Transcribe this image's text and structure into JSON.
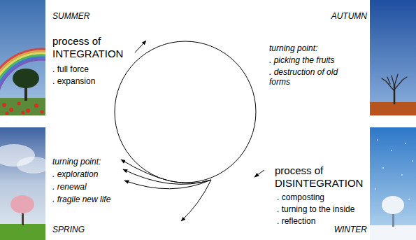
{
  "diagram": {
    "labels": [
      "SUMMER",
      "process of INTEGRATION",
      ". full force",
      ". expansion",
      "AUTUMN",
      "turning point:",
      ". picking the fruits",
      ". destruction of old forms",
      "turning point:",
      ". exploration",
      ". renewal",
      ". fragile new life",
      "SPRING",
      "process of DISINTEGRATION",
      ". composting",
      ". turning to the inside",
      ". reflection",
      "WINTER"
    ]
  }
}
